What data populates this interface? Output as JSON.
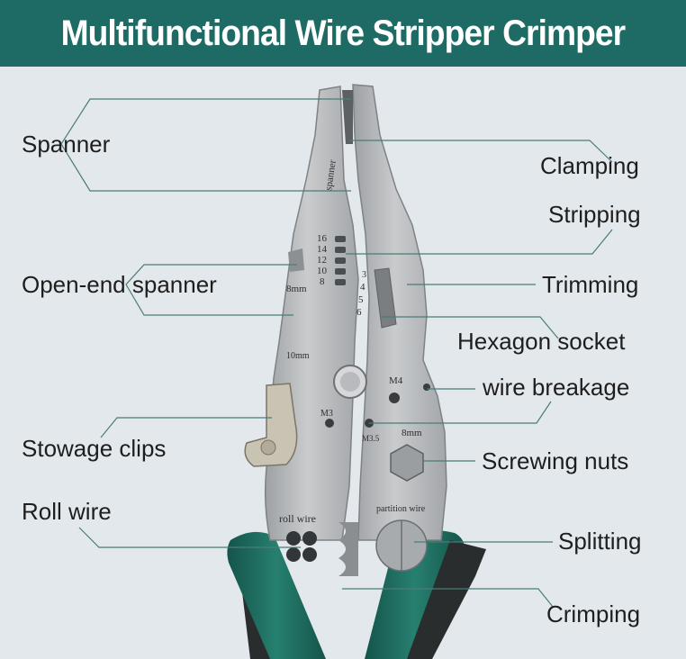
{
  "title": "Multifunctional Wire Stripper Crimper",
  "colors": {
    "banner": "#1e6b66",
    "background": "#e3e8ec",
    "steel": "#b4b6b8",
    "handle_green": "#1f6e62",
    "handle_black": "#2a2d2e",
    "leader_line": "#4a7c78"
  },
  "labels": {
    "spanner": "Spanner",
    "clamping": "Clamping",
    "stripping": "Stripping",
    "open_end_spanner": "Open-end spanner",
    "trimming": "Trimming",
    "hexagon_socket": "Hexagon socket",
    "wire_breakage": "wire breakage",
    "stowage_clips": "Stowage clips",
    "screwing_nuts": "Screwing nuts",
    "roll_wire": "Roll wire",
    "splitting": "Splitting",
    "crimping": "Crimping"
  },
  "engravings": {
    "spanner": "spanner",
    "gauges_left": [
      "16",
      "14",
      "12",
      "10",
      "8"
    ],
    "gauges_right": [
      "3",
      "4",
      "5",
      "6"
    ],
    "size_8mm_upper": "8mm",
    "size_10mm": "10mm",
    "m4": "M4",
    "m3": "M3",
    "m35": "M3.5",
    "size_8mm_lower": "8mm",
    "roll_wire": "roll wire",
    "partition_wire": "partition wire"
  }
}
